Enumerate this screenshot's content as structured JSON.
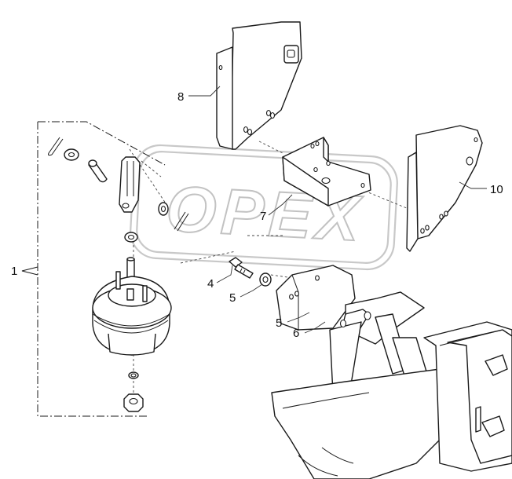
{
  "callouts": {
    "c1": "1",
    "c4": "4",
    "c5a": "5",
    "c5b": "5",
    "c6": "6",
    "c7": "7",
    "c8": "8",
    "c10": "10"
  },
  "watermark": "OPEX"
}
